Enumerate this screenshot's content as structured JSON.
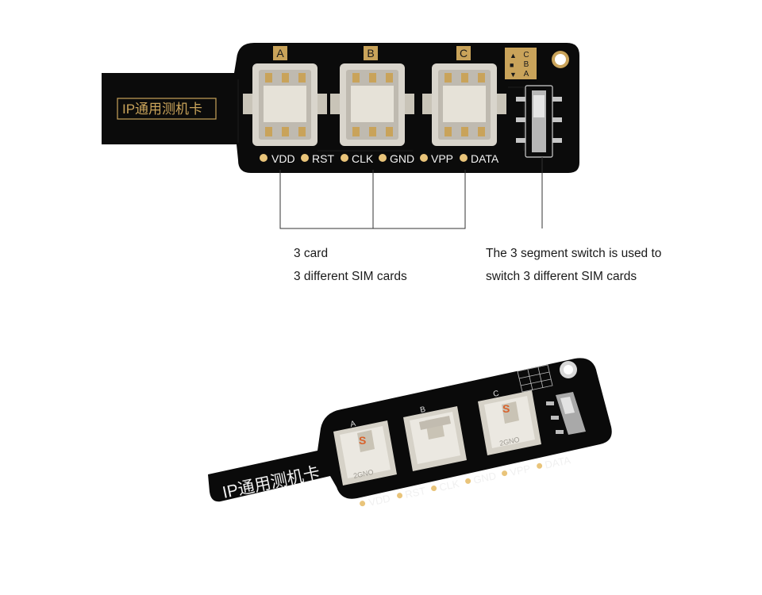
{
  "board_top": {
    "title_cn": "IP通用测机卡",
    "slot_labels": [
      "A",
      "B",
      "C"
    ],
    "switch_labels": [
      "C",
      "B",
      "A"
    ],
    "pins": [
      "VDD",
      "RST",
      "CLK",
      "GND",
      "VPP",
      "DATA"
    ]
  },
  "board_bottom": {
    "title_cn": "IP通用测机卡",
    "slot_labels": [
      "A",
      "B",
      "C"
    ],
    "pins": [
      "VDD",
      "RST",
      "CLK",
      "GND",
      "VPP",
      "DATA"
    ]
  },
  "callout_left": {
    "line1": "3 card",
    "line2": "3 different SIM cards"
  },
  "callout_right": {
    "line1": "The 3 segment switch is used to",
    "line2": "switch 3 different SIM cards"
  },
  "colors": {
    "pcb": "#0b0b0b",
    "gold": "#c9a35a",
    "slot_metal": "#d9d5cc",
    "tray_white": "#eceae4",
    "silkscreen": "#f2f2f2"
  }
}
